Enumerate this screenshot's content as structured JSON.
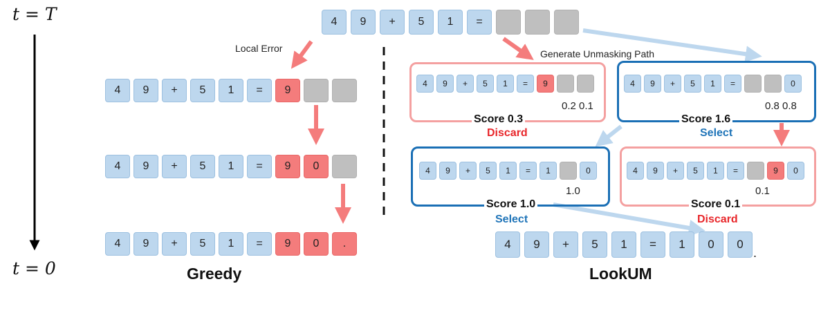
{
  "time_axis": {
    "top_label": "t = T",
    "bottom_label": "t = 0"
  },
  "captions": {
    "greedy": "Greedy",
    "lookum": "LookUM"
  },
  "notes": {
    "local_error": "Local Error",
    "generate_path": "Generate Unmasking Path"
  },
  "colors": {
    "token_blue": "#bdd7ee",
    "token_red": "#f47c7c",
    "token_gray": "#bfbfbf",
    "frame_red": "#f4a0a0",
    "frame_blue": "#1a6fb5",
    "arrow_red": "#f47c7c",
    "arrow_blue": "#bdd7ee"
  },
  "sequences": {
    "top": [
      [
        "4",
        "blue"
      ],
      [
        "9",
        "blue"
      ],
      [
        "+",
        "blue"
      ],
      [
        "5",
        "blue"
      ],
      [
        "1",
        "blue"
      ],
      [
        "=",
        "blue"
      ],
      [
        "",
        "gray"
      ],
      [
        "",
        "gray"
      ],
      [
        "",
        "gray"
      ]
    ],
    "greedy_1": [
      [
        "4",
        "blue"
      ],
      [
        "9",
        "blue"
      ],
      [
        "+",
        "blue"
      ],
      [
        "5",
        "blue"
      ],
      [
        "1",
        "blue"
      ],
      [
        "=",
        "blue"
      ],
      [
        "9",
        "red"
      ],
      [
        "",
        "gray"
      ],
      [
        "",
        "gray"
      ]
    ],
    "greedy_2": [
      [
        "4",
        "blue"
      ],
      [
        "9",
        "blue"
      ],
      [
        "+",
        "blue"
      ],
      [
        "5",
        "blue"
      ],
      [
        "1",
        "blue"
      ],
      [
        "=",
        "blue"
      ],
      [
        "9",
        "red"
      ],
      [
        "0",
        "red"
      ],
      [
        "",
        "gray"
      ]
    ],
    "greedy_3": [
      [
        "4",
        "blue"
      ],
      [
        "9",
        "blue"
      ],
      [
        "+",
        "blue"
      ],
      [
        "5",
        "blue"
      ],
      [
        "1",
        "blue"
      ],
      [
        "=",
        "blue"
      ],
      [
        "9",
        "red"
      ],
      [
        "0",
        "red"
      ],
      [
        ".",
        "red"
      ]
    ],
    "path_a": [
      [
        "4",
        "blue"
      ],
      [
        "9",
        "blue"
      ],
      [
        "+",
        "blue"
      ],
      [
        "5",
        "blue"
      ],
      [
        "1",
        "blue"
      ],
      [
        "=",
        "blue"
      ],
      [
        "9",
        "red"
      ],
      [
        "",
        "gray"
      ],
      [
        "",
        "gray"
      ]
    ],
    "path_b": [
      [
        "4",
        "blue"
      ],
      [
        "9",
        "blue"
      ],
      [
        "+",
        "blue"
      ],
      [
        "5",
        "blue"
      ],
      [
        "1",
        "blue"
      ],
      [
        "=",
        "blue"
      ],
      [
        "",
        "gray"
      ],
      [
        "",
        "gray"
      ],
      [
        "0",
        "blue"
      ]
    ],
    "path_c": [
      [
        "4",
        "blue"
      ],
      [
        "9",
        "blue"
      ],
      [
        "+",
        "blue"
      ],
      [
        "5",
        "blue"
      ],
      [
        "1",
        "blue"
      ],
      [
        "=",
        "blue"
      ],
      [
        "1",
        "blue"
      ],
      [
        "",
        "gray"
      ],
      [
        "0",
        "blue"
      ]
    ],
    "path_d": [
      [
        "4",
        "blue"
      ],
      [
        "9",
        "blue"
      ],
      [
        "+",
        "blue"
      ],
      [
        "5",
        "blue"
      ],
      [
        "1",
        "blue"
      ],
      [
        "=",
        "blue"
      ],
      [
        "",
        "gray"
      ],
      [
        "9",
        "red"
      ],
      [
        "0",
        "blue"
      ]
    ],
    "final": [
      [
        "4",
        "blue"
      ],
      [
        "9",
        "blue"
      ],
      [
        "+",
        "blue"
      ],
      [
        "5",
        "blue"
      ],
      [
        "1",
        "blue"
      ],
      [
        "=",
        "blue"
      ],
      [
        "1",
        "blue"
      ],
      [
        "0",
        "blue"
      ],
      [
        "0",
        "blue"
      ]
    ]
  },
  "paths": {
    "a": {
      "probs": "0.2 0.1",
      "score": "Score 0.3",
      "verdict": "Discard"
    },
    "b": {
      "probs": "0.8 0.8",
      "score": "Score 1.6",
      "verdict": "Select"
    },
    "c": {
      "probs": "1.0",
      "score": "Score 1.0",
      "verdict": "Select"
    },
    "d": {
      "probs": "0.1",
      "score": "Score 0.1",
      "verdict": "Discard"
    }
  },
  "final_dot": "."
}
